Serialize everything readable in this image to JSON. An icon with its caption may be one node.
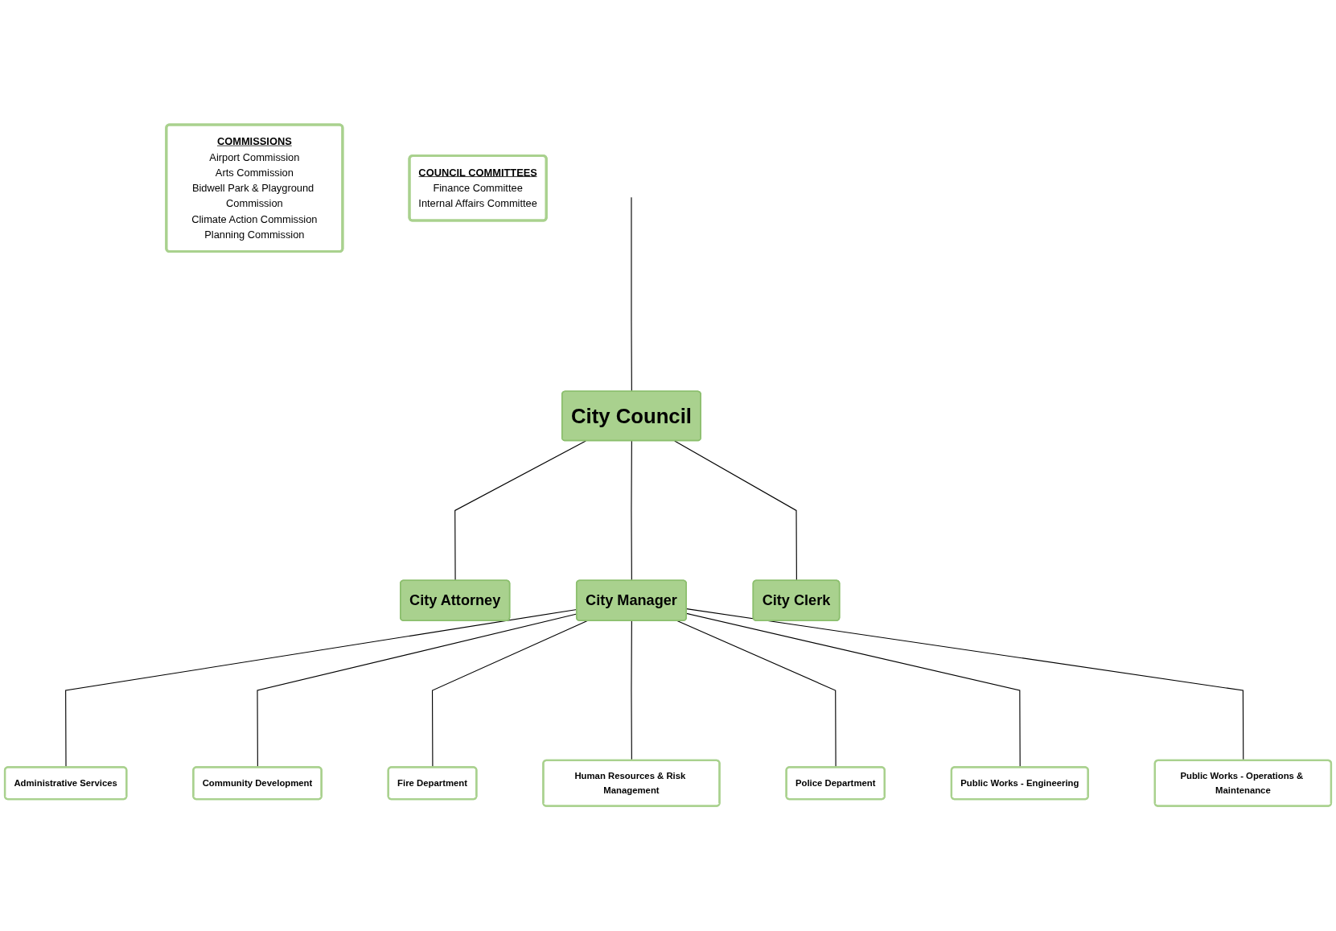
{
  "diagram": {
    "nodes": [
      {
        "text": [
          "COMMISSIONS",
          "Airport Commission",
          "Arts Commission",
          "Bidwell Park & Playground Commission",
          "Climate Action Commission",
          "Planning Commission"
        ]
      },
      {
        "text": [
          "City Council"
        ]
      },
      {
        "text": [
          "COUNCIL COMMITTEES",
          "Finance Committee",
          "Internal Affairs Committee"
        ]
      },
      {
        "text": [
          "City Attorney"
        ]
      },
      {
        "text": [
          "City Manager"
        ]
      },
      {
        "text": [
          "City Clerk"
        ]
      },
      {
        "text": [
          "Administrative Services"
        ]
      },
      {
        "text": [
          "Community Development"
        ]
      },
      {
        "text": [
          "Fire Department"
        ]
      },
      {
        "text": [
          "Human Resources & Risk Management"
        ]
      },
      {
        "text": [
          "Police Department"
        ]
      },
      {
        "text": [
          "Public Works - Engineering"
        ]
      },
      {
        "text": [
          "Public Works - Operations & Maintenance"
        ]
      }
    ],
    "edges": [
      {
        "from": null,
        "to": 1,
        "arrow": "none"
      },
      {
        "from": 1,
        "to": 3,
        "arrow": "none"
      },
      {
        "from": 1,
        "to": 4,
        "arrow": "none"
      },
      {
        "from": 1,
        "to": 5,
        "arrow": "none"
      },
      {
        "from": 4,
        "to": 6,
        "arrow": "none"
      },
      {
        "from": 4,
        "to": 7,
        "arrow": "none"
      },
      {
        "from": 4,
        "to": 8,
        "arrow": "none"
      },
      {
        "from": 4,
        "to": 9,
        "arrow": "none"
      },
      {
        "from": 4,
        "to": 10,
        "arrow": "none"
      },
      {
        "from": 4,
        "to": 11,
        "arrow": "none"
      },
      {
        "from": 4,
        "to": 12,
        "arrow": "none"
      }
    ]
  }
}
